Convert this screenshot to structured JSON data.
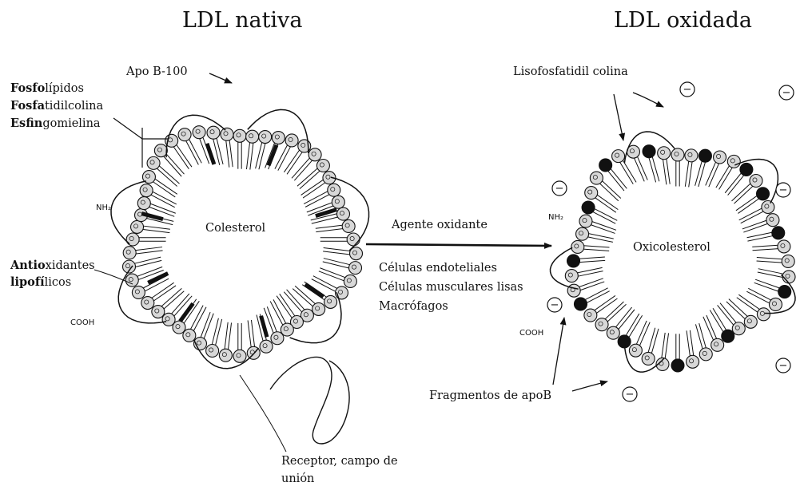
{
  "titles": {
    "native": "LDL nativa",
    "oxidized": "LDL oxidada"
  },
  "native": {
    "apo_b100": "Apo B-100",
    "phospholipids": {
      "bold": "Fosfo",
      "rest": "lípidos"
    },
    "phosphatidylcholine": {
      "bold": "Fosfa",
      "rest": "tidilcolina"
    },
    "sphingomyelin": {
      "bold": "Esfin",
      "rest": "gomielina"
    },
    "nh2": "NH₂",
    "cooh": "COOH",
    "antioxidants_1": {
      "bold": "Antio",
      "rest": "xidantes"
    },
    "antioxidants_2": {
      "bold": "lipofí",
      "rest": "licos"
    },
    "core": "Colesterol",
    "receptor_1": "Receptor, campo de",
    "receptor_2": "unión"
  },
  "process": {
    "agent": "Agente oxidante",
    "cells": [
      "Células endoteliales",
      "Células musculares lisas",
      "Macrófagos"
    ]
  },
  "oxidized": {
    "lysophosphatidyl": "Lisofosfatidil colina",
    "nh2": "NH₂",
    "cooh": "COOH",
    "core": "Oxicolesterol",
    "apob_fragments": "Fragmentos de apoB",
    "charge_symbol": "−"
  },
  "colors": {
    "ink": "#111111",
    "head_fill": "#d8d8d8",
    "oxidized_head": "#111111",
    "background": "#ffffff"
  }
}
